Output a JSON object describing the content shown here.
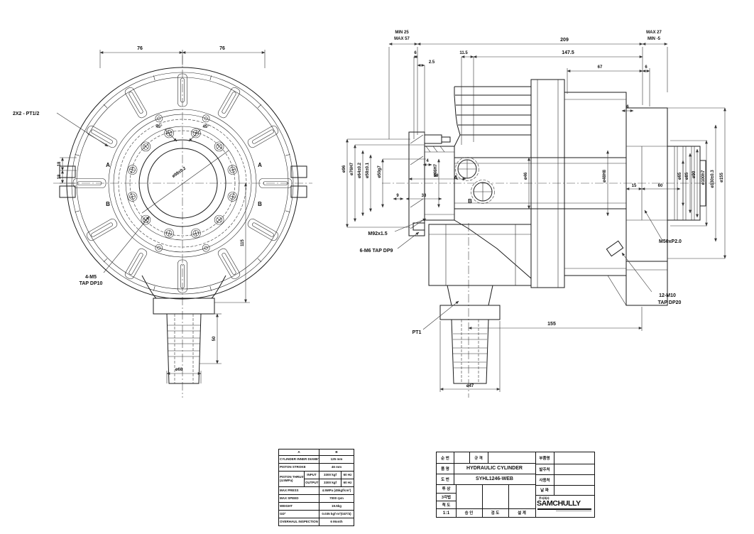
{
  "front": {
    "pt_note": "2X2 - PT1/2",
    "tap1": "4-M5",
    "tap2": "TAP DP10",
    "d76l": "76",
    "d76r": "76",
    "a45l": "45°",
    "a45r": "45°",
    "d18u": "18",
    "d18l": "18",
    "d115": "115",
    "d50": "50",
    "d68": "ø68",
    "bore": "ø98±0.2",
    "mA": "A",
    "mB": "B"
  },
  "side": {
    "min25": "MIN 25",
    "max57": "MAX 57",
    "d209": "209",
    "max27": "MAX 27",
    "minm5": "MIN -5",
    "d6a": "6",
    "d25": "2.5",
    "d115": "11.5",
    "d1475": "147.5",
    "d67": "67",
    "d6b": "6",
    "d6c": "6",
    "dia1": "ø96",
    "dia2": "ø76H7",
    "dia3": "ø64±0.2",
    "dia4": "ø58±0.1",
    "dia5": "ø50g7",
    "d4": "4",
    "d59": "59",
    "d9": "9",
    "d33": "33",
    "dia46h7": "ø46H7",
    "dia46": "ø46",
    "m92": "M92x1.5",
    "tap6m6": "6-M6 TAP DP9",
    "mA": "A",
    "mB": "B",
    "dia48h8": "ø48H8",
    "d15": "15",
    "d60": "60",
    "diaR1": "ø65",
    "diaR2": "ø85",
    "diaR3": "ø90",
    "diaR4": "ø100h7",
    "diaR5": "ø130±0.3",
    "diaR6": "ø155",
    "m50": "M50xP2.0",
    "tap12a": "12-M10",
    "tap12b": "TAP DP20",
    "d155": "155",
    "pt1": "PT1",
    "d47": "ø47"
  },
  "spec": {
    "col_a": "A",
    "col_b": "B",
    "r1": {
      "label": "CYLINDER INNER DIAMETER",
      "value": "125 mm"
    },
    "r2": {
      "label": "PISTON STROKE",
      "value": "46 mm"
    },
    "thrust": {
      "label": "PISTON THRUST",
      "sub": "(4.5MPa)",
      "in": "INPUT",
      "out": "OUTPUT",
      "in_kgf": "3300 kgf",
      "in_hz": "60 Hz",
      "out_kgf": "3300 kgf",
      "out_hz": "60 Hz"
    },
    "r5": {
      "label": "MAX PRESS",
      "value": "4.5MPa (45kgf/cm²)"
    },
    "r6": {
      "label": "MAX SPEED",
      "value": "7000 rpm"
    },
    "r7": {
      "label": "WEIGHT",
      "value": "19.5kg"
    },
    "r8": {
      "label": "GD²",
      "value": "0.035 kgf·m²(GD²/4)"
    },
    "r9": {
      "label": "OVERHAUL INSPECTION PERIOD",
      "value": "6 Month"
    }
  },
  "title_block": {
    "seq": "순 번",
    "specification": "규 격",
    "name": "품 명",
    "name_value": "HYDRAULIC CYLINDER",
    "no": "도 번",
    "no_value": "SYHL1246-WEB",
    "proj": "투 상",
    "proj_value": "3각법",
    "scale": "척 도",
    "scale_value": "1:1",
    "approve": "승 인",
    "check": "검 도",
    "design": "설 계",
    "part": "부품명",
    "order": "발주처",
    "use": "사용처",
    "date": "날 짜",
    "co_prefix": "주식회사",
    "co_name": "SAMCHULLY"
  }
}
